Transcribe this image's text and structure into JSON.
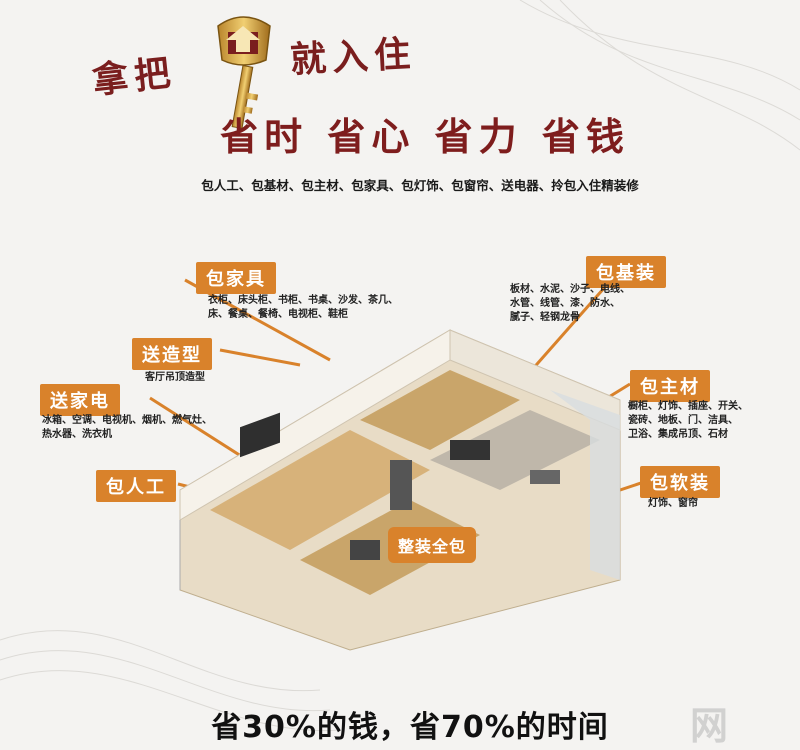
{
  "header": {
    "slogan_left": "拿把",
    "slogan_right": "就入住",
    "headline": "省时 省心 省力 省钱",
    "services": "包人工、包基材、包主材、包家具、包灯饰、包窗帘、送电器、拎包入住精装修"
  },
  "callouts": {
    "furniture": {
      "title": "包家具",
      "desc_line1": "衣柜、床头柜、书柜、书桌、沙发、茶几、",
      "desc_line2": "床、餐桌、餐椅、电视柜、鞋柜"
    },
    "ceiling": {
      "title": "送造型",
      "desc": "客厅吊顶造型"
    },
    "appliances": {
      "title": "送家电",
      "desc_line1": "冰箱、空调、电视机、烟机、燃气灶、",
      "desc_line2": "热水器、洗衣机"
    },
    "labor": {
      "title": "包人工"
    },
    "base_materials": {
      "title": "包基装",
      "desc_line1": "板材、水泥、沙子、电线、",
      "desc_line2": "水管、线管、漆、防水、",
      "desc_line3": "腻子、轻钢龙骨"
    },
    "main_materials": {
      "title": "包主材",
      "desc_line1": "橱柜、灯饰、插座、开关、",
      "desc_line2": "瓷砖、地板、门、洁具、",
      "desc_line3": "卫浴、集成吊顶、石材"
    },
    "soft_decor": {
      "title": "包软装",
      "desc": "灯饰、窗帘"
    }
  },
  "center_badge": "整装全包",
  "bottom_line": "省30%的钱，省70%的时间",
  "watermark": "网",
  "colors": {
    "accent": "#d9822b",
    "headline": "#7e1d1d"
  }
}
